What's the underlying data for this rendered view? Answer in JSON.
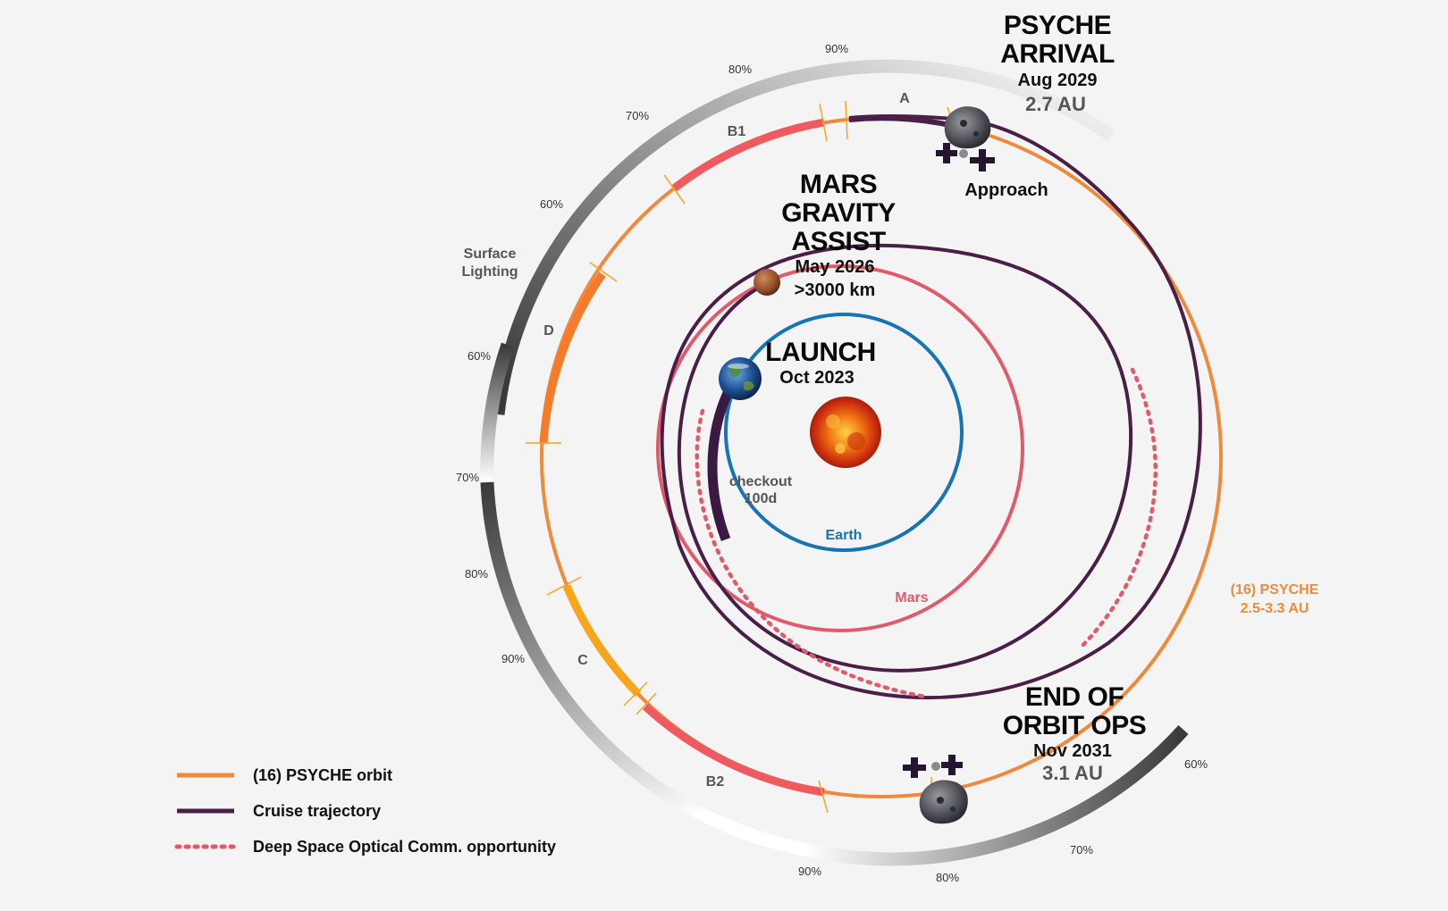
{
  "colors": {
    "psyche_orbit": "#ef8a3d",
    "cruise": "#4a1f47",
    "optical": "#e05a6a",
    "mars_orbit": "#e05a6a",
    "earth_orbit": "#1673b5",
    "segment_highlight": "#ee5a5f",
    "segment_d": "#f47b2a",
    "segment_c": "#f7a51b",
    "background": "#f4f4f4"
  },
  "milestones": {
    "arrival": {
      "line1": "PSYCHE",
      "line2": "ARRIVAL",
      "date": "Aug 2029",
      "distance": "2.7 AU"
    },
    "approach": "Approach",
    "mars": {
      "line1": "MARS",
      "line2": "GRAVITY",
      "line3": "ASSIST",
      "date": "May 2026",
      "distance": ">3000 km"
    },
    "launch": {
      "title": "LAUNCH",
      "date": "Oct 2023"
    },
    "checkout": {
      "line1": "checkout",
      "line2": "100d"
    },
    "end": {
      "line1": "END OF",
      "line2": "ORBIT OPS",
      "date": "Nov 2031",
      "distance": "3.1 AU"
    }
  },
  "orbit_labels": {
    "earth": "Earth",
    "mars": "Mars",
    "psyche_line1": "(16) PSYCHE",
    "psyche_line2": "2.5-3.3 AU"
  },
  "surface_lighting": {
    "line1": "Surface",
    "line2": "Lighting"
  },
  "lighting_percentages": {
    "p90_top": "90%",
    "p80_top": "80%",
    "p70_top": "70%",
    "p60_upper": "60%",
    "p60_left": "60%",
    "p70_left": "70%",
    "p80_left": "80%",
    "p90_left": "90%",
    "p90_bottom": "90%",
    "p80_bottom": "80%",
    "p70_bottom": "70%",
    "p60_bottom": "60%"
  },
  "segments": {
    "a": "A",
    "b1": "B1",
    "b2": "B2",
    "c": "C",
    "d": "D"
  },
  "legend": [
    {
      "label": "(16) PSYCHE orbit",
      "style": "psyche"
    },
    {
      "label": "Cruise trajectory",
      "style": "cruise"
    },
    {
      "label": "Deep Space Optical Comm. opportunity",
      "style": "optical"
    }
  ]
}
